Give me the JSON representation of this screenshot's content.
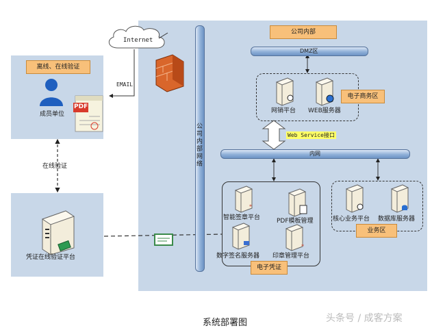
{
  "labels": {
    "offline_online_verify": "离线、在线验证",
    "member_unit": "成员单位",
    "pdf": "PDF",
    "internet": "Internet",
    "email": "EMAIL",
    "online_verify": "在线验证",
    "voucher_verify_platform": "凭证在线验证平台",
    "company_internal": "公司内部",
    "company_network": "公司内部网络",
    "dmz": "DMZ区",
    "online_sign_platform": "网销平台",
    "web_server": "WEB服务器",
    "ecommerce_zone": "电子商务区",
    "web_service_interface": "Web Service接口",
    "intranet": "内网",
    "smart_seal_platform": "智能签章平台",
    "pdf_template_mgmt": "PDF模板管理",
    "digital_sign_server": "数字签名服务器",
    "seal_mgmt_platform": "印章管理平台",
    "electronic_voucher": "电子凭证",
    "core_business_platform": "核心业务平台",
    "database_server": "数据库服务器",
    "business_zone": "业务区",
    "caption": "系统部署图",
    "watermark": "头条号 / 成客方案"
  },
  "colors": {
    "panel": "#c8d7e8",
    "orange_label": "#f8c07a",
    "highlight": "#ffff66",
    "pipe": "#8fb0d8"
  }
}
